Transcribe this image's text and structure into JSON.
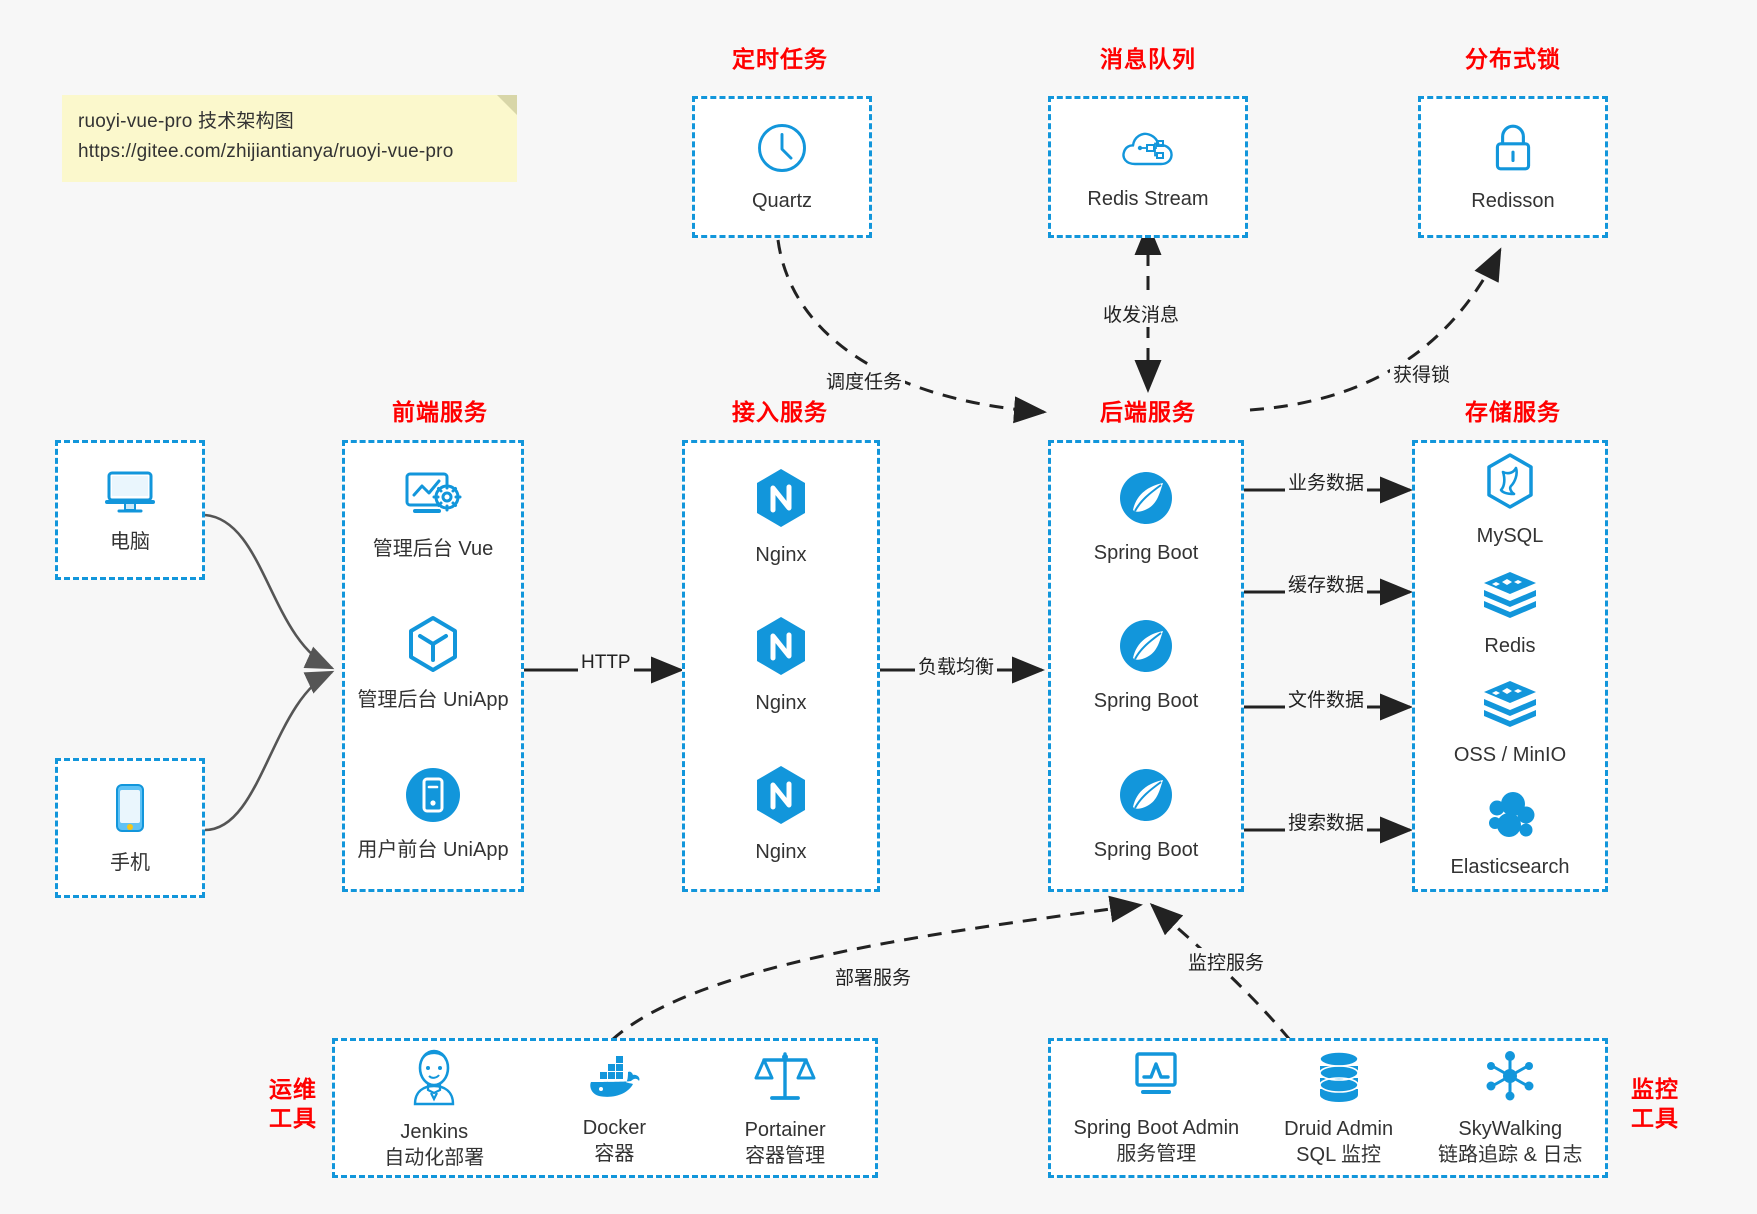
{
  "note": {
    "line1": "ruoyi-vue-pro 技术架构图",
    "line2": "https://gitee.com/zhijiantianya/ruoyi-vue-pro"
  },
  "colors": {
    "box_border": "#1296db",
    "group_label": "#ff0000",
    "icon_blue": "#1296db",
    "background": "#f7f7f7",
    "note_bg": "#fbf8cc",
    "wire_solid": "#555555",
    "wire_arrow": "#222222"
  },
  "groups": {
    "scheduled_task": {
      "label": "定时任务",
      "items": [
        {
          "name": "Quartz",
          "icon": "clock-icon"
        }
      ]
    },
    "message_queue": {
      "label": "消息队列",
      "items": [
        {
          "name": "Redis Stream",
          "icon": "cloud-stream-icon"
        }
      ]
    },
    "distributed_lock": {
      "label": "分布式锁",
      "items": [
        {
          "name": "Redisson",
          "icon": "lock-icon"
        }
      ]
    },
    "clients": {
      "items": [
        {
          "name": "电脑",
          "icon": "desktop-monitor-icon"
        },
        {
          "name": "手机",
          "icon": "mobile-phone-icon"
        }
      ]
    },
    "frontend": {
      "label": "前端服务",
      "items": [
        {
          "name": "管理后台 Vue",
          "icon": "dashboard-gear-icon"
        },
        {
          "name": "管理后台 UniApp",
          "icon": "hexagon-cube-icon"
        },
        {
          "name": "用户前台 UniApp",
          "icon": "mobile-circle-icon"
        }
      ]
    },
    "gateway": {
      "label": "接入服务",
      "items": [
        {
          "name": "Nginx",
          "icon": "nginx-icon"
        },
        {
          "name": "Nginx",
          "icon": "nginx-icon"
        },
        {
          "name": "Nginx",
          "icon": "nginx-icon"
        }
      ]
    },
    "backend": {
      "label": "后端服务",
      "items": [
        {
          "name": "Spring Boot",
          "icon": "spring-leaf-icon"
        },
        {
          "name": "Spring Boot",
          "icon": "spring-leaf-icon"
        },
        {
          "name": "Spring Boot",
          "icon": "spring-leaf-icon"
        }
      ]
    },
    "storage": {
      "label": "存储服务",
      "items": [
        {
          "name": "MySQL",
          "icon": "mysql-dolphin-icon"
        },
        {
          "name": "Redis",
          "icon": "redis-stack-icon"
        },
        {
          "name": "OSS / MinIO",
          "icon": "minio-stack-icon"
        },
        {
          "name": "Elasticsearch",
          "icon": "elasticsearch-icon"
        }
      ]
    },
    "devops": {
      "label": "运维\n工具",
      "items": [
        {
          "name": "Jenkins",
          "sub": "自动化部署",
          "icon": "jenkins-butler-icon"
        },
        {
          "name": "Docker",
          "sub": "容器",
          "icon": "docker-whale-icon"
        },
        {
          "name": "Portainer",
          "sub": "容器管理",
          "icon": "scales-icon"
        }
      ]
    },
    "monitoring": {
      "label": "监控\n工具",
      "items": [
        {
          "name": "Spring Boot Admin",
          "sub": "服务管理",
          "icon": "monitor-chart-icon"
        },
        {
          "name": "Druid Admin",
          "sub": "SQL 监控",
          "icon": "database-icon"
        },
        {
          "name": "SkyWalking",
          "sub": "链路追踪 & 日志",
          "icon": "skywalking-node-icon"
        }
      ]
    }
  },
  "edges": [
    {
      "id": "http",
      "label": "HTTP"
    },
    {
      "id": "load-balance",
      "label": "负载均衡"
    },
    {
      "id": "schedule-task",
      "label": "调度任务"
    },
    {
      "id": "send-receive-message",
      "label": "收发消息"
    },
    {
      "id": "acquire-lock",
      "label": "获得锁"
    },
    {
      "id": "business-data",
      "label": "业务数据"
    },
    {
      "id": "cache-data",
      "label": "缓存数据"
    },
    {
      "id": "file-data",
      "label": "文件数据"
    },
    {
      "id": "search-data",
      "label": "搜索数据"
    },
    {
      "id": "deploy-service",
      "label": "部署服务"
    },
    {
      "id": "monitor-service",
      "label": "监控服务"
    }
  ]
}
